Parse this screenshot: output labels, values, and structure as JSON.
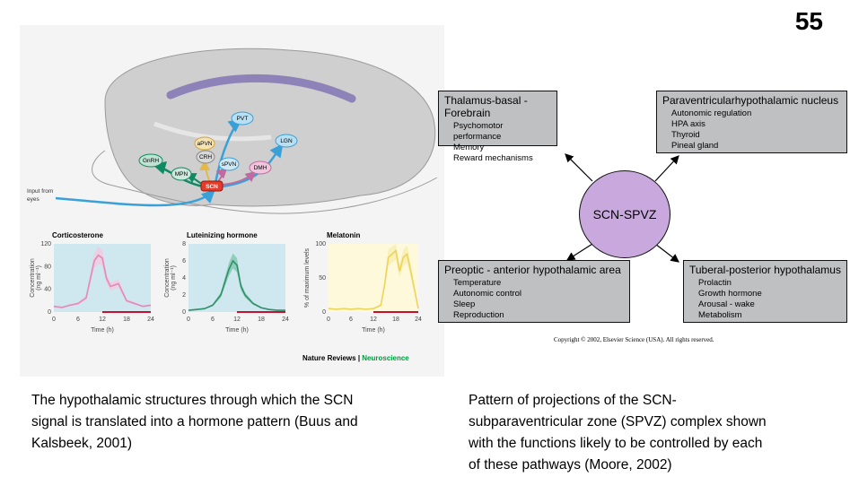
{
  "slide_number": "55",
  "left_figure": {
    "input_label": [
      "Input from",
      "eyes"
    ],
    "nuclei": [
      "SCN",
      "PVT",
      "LGN",
      "aPVN",
      "CRH",
      "sPVN",
      "DMH",
      "MPN",
      "GnRH"
    ],
    "footer_brand": "Nature Reviews",
    "footer_sep": " | ",
    "footer_journal": "Neuroscience",
    "charts": [
      {
        "title": "Corticosterone",
        "ylabel": [
          "Concentration",
          "(ng ml⁻¹)"
        ],
        "yticks": [
          "0",
          "40",
          "80",
          "120"
        ],
        "xticks": [
          "0",
          "6",
          "12",
          "18",
          "24"
        ],
        "xlabel": "Time (h)"
      },
      {
        "title": "Luteinizing hormone",
        "ylabel": [
          "Concentration",
          "(ng ml⁻¹)"
        ],
        "yticks": [
          "0",
          "2",
          "4",
          "6",
          "8"
        ],
        "xticks": [
          "0",
          "6",
          "12",
          "18",
          "24"
        ],
        "xlabel": "Time (h)"
      },
      {
        "title": "Melatonin",
        "ylabel": [
          "% of maximum levels"
        ],
        "yticks": [
          "0",
          "50",
          "100"
        ],
        "xticks": [
          "0",
          "6",
          "12",
          "18",
          "24"
        ],
        "xlabel": "Time (h)"
      }
    ]
  },
  "chart_data": [
    {
      "type": "line",
      "title": "Corticosterone",
      "ylabel": "Concentration (ng ml⁻¹)",
      "xlabel": "Time (h)",
      "xlim": [
        0,
        24
      ],
      "ylim": [
        0,
        120
      ],
      "x": [
        0,
        2,
        4,
        6,
        8,
        10,
        11,
        12,
        13,
        14,
        16,
        18,
        20,
        22,
        24
      ],
      "series": [
        {
          "values": [
            10,
            8,
            12,
            15,
            25,
            90,
            100,
            95,
            60,
            45,
            50,
            20,
            15,
            10,
            12
          ]
        }
      ]
    },
    {
      "type": "line",
      "title": "Luteinizing hormone",
      "ylabel": "Concentration (ng ml⁻¹)",
      "xlabel": "Time (h)",
      "xlim": [
        0,
        24
      ],
      "ylim": [
        0,
        8
      ],
      "x": [
        0,
        2,
        4,
        6,
        8,
        10,
        11,
        12,
        13,
        14,
        16,
        18,
        20,
        22,
        24
      ],
      "series": [
        {
          "values": [
            0.2,
            0.3,
            0.4,
            0.8,
            2,
            5,
            6,
            5.5,
            3,
            2,
            1,
            0.5,
            0.3,
            0.2,
            0.2
          ]
        }
      ]
    },
    {
      "type": "line",
      "title": "Melatonin",
      "ylabel": "% of maximum levels",
      "xlabel": "Time (h)",
      "xlim": [
        0,
        24
      ],
      "ylim": [
        0,
        100
      ],
      "x": [
        0,
        2,
        4,
        6,
        8,
        10,
        12,
        14,
        15,
        16,
        18,
        19,
        20,
        21,
        22,
        24
      ],
      "series": [
        {
          "values": [
            5,
            4,
            5,
            4,
            5,
            4,
            5,
            10,
            40,
            80,
            90,
            60,
            80,
            85,
            60,
            5
          ]
        }
      ]
    }
  ],
  "projection_diagram": {
    "center_label": "SCN-SPVZ",
    "boxes": [
      {
        "title": "Thalamus-basal - Forebrain",
        "items": [
          "Psychomotor performance",
          "Memory",
          "Reward mechanisms"
        ]
      },
      {
        "title": "Paraventricularhypothalamic nucleus",
        "items": [
          "Autonomic regulation",
          "HPA axis",
          "Thyroid",
          "Pineal gland"
        ]
      },
      {
        "title": "Preoptic - anterior hypothalamic area",
        "items": [
          "Temperature",
          "Autonomic control",
          "Sleep",
          "Reproduction"
        ]
      },
      {
        "title": "Tuberal-posterior hypothalamus",
        "items": [
          "Prolactin",
          "Growth hormone",
          "Arousal - wake",
          "Metabolism"
        ]
      }
    ],
    "copyright": "Copyright © 2002, Elsevier Science (USA). All rights reserved."
  },
  "captions": {
    "left": [
      "The hypothalamic structures through which the SCN",
      "signal is translated into a hormone pattern (Buus and",
      "Kalsbeek, 2001)"
    ],
    "right": [
      "Pattern of projections of the SCN-",
      "subparaventricular zone (SPVZ) complex shown",
      "with the functions likely to be controlled by each",
      "of these pathways (Moore, 2002)"
    ]
  },
  "colors": {
    "box_fill": "#bfc0c2",
    "center_fill": "#c9a9dd",
    "journal_green": "#009a3e",
    "arrow_blue": "#3aa0d8",
    "arrow_green": "#0f8a63",
    "cort_pink": "#e08ab8",
    "lh_green": "#2f8f6a",
    "mel_yellow": "#ecd45a",
    "night_red": "#c8102e"
  }
}
